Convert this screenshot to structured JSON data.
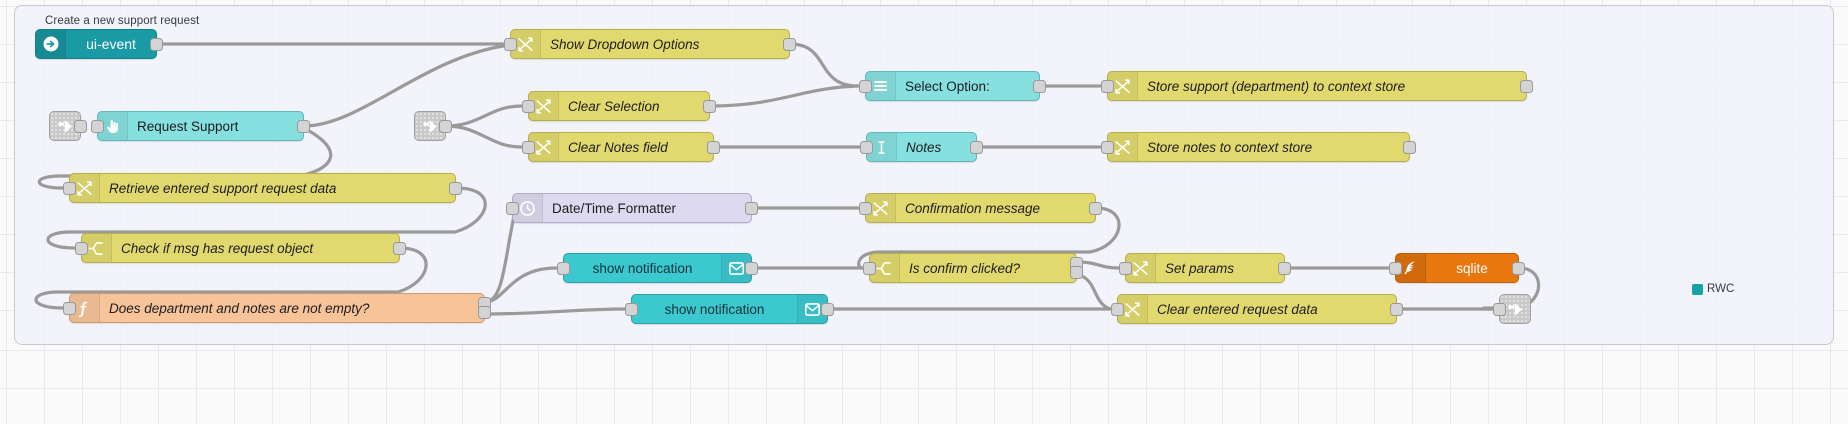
{
  "editor": {
    "group_label": "Create a new support request",
    "canvas_background": "#fafafa",
    "wire_color": "#9a9a9a"
  },
  "palette": {
    "ui_event": "#1a9aa4",
    "change": "#e2d96e",
    "switch": "#e2d96e",
    "dashboard": "#87e0e0",
    "function": "#f7c49a",
    "formatter": "#ddd9ef",
    "notification": "#3bc8cf",
    "sqlite": "#e8770e"
  },
  "nodes": {
    "ui_event": {
      "label": "ui-event",
      "icon": "arrow-right-circle-icon"
    },
    "show_dropdown_options": {
      "label": "Show Dropdown Options",
      "icon": "change-node-icon"
    },
    "request_support": {
      "label": "Request Support",
      "icon": "pointer-hand-icon"
    },
    "clear_selection": {
      "label": "Clear Selection",
      "icon": "change-node-icon"
    },
    "clear_notes_field": {
      "label": "Clear Notes field",
      "icon": "change-node-icon"
    },
    "select_option": {
      "label": "Select Option:",
      "icon": "dropdown-list-icon"
    },
    "notes": {
      "label": "Notes",
      "icon": "text-cursor-icon"
    },
    "store_support_department": {
      "label": "Store support (department) to context store",
      "icon": "change-node-icon"
    },
    "store_notes": {
      "label": "Store notes to context store",
      "icon": "change-node-icon"
    },
    "retrieve_entered_support_request_data": {
      "label": "Retrieve entered support request data",
      "icon": "change-node-icon"
    },
    "check_if_msg_has_request_object": {
      "label": "Check if msg has request object",
      "icon": "switch-node-icon"
    },
    "does_department_and_notes_not_empty": {
      "label": "Does department and notes are not empty?",
      "icon": "function-f-icon"
    },
    "datetime_formatter": {
      "label": "Date/Time Formatter",
      "icon": "clock-icon"
    },
    "confirmation_message": {
      "label": "Confirmation message",
      "icon": "change-node-icon"
    },
    "show_notification_1": {
      "label": "show notification",
      "icon": "envelope-icon"
    },
    "show_notification_2": {
      "label": "show notification",
      "icon": "envelope-icon"
    },
    "is_confirm_clicked": {
      "label": "Is confirm clicked?",
      "icon": "switch-node-icon"
    },
    "set_params": {
      "label": "Set params",
      "icon": "change-node-icon"
    },
    "sqlite": {
      "label": "sqlite",
      "icon": "feather-icon"
    },
    "clear_entered_request_data": {
      "label": "Clear entered request data",
      "icon": "change-node-icon"
    },
    "link_in_1": {
      "icon": "link-in-icon"
    },
    "link_in_2": {
      "icon": "link-in-icon"
    },
    "link_out_1": {
      "icon": "link-out-icon"
    }
  },
  "sqlite_status": {
    "text": "RWC",
    "color": "#15a3a3"
  }
}
